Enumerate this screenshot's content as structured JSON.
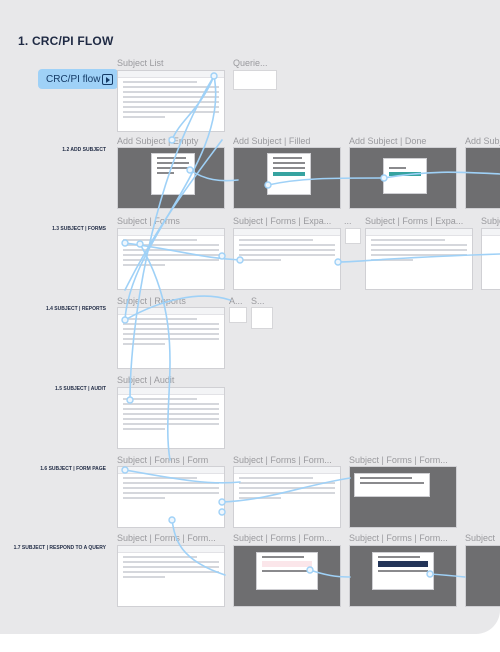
{
  "board": {
    "title": "1. CRC/PI FLOW",
    "flow_button": {
      "label": "CRC/PI flow",
      "icon": "play-frame-icon"
    },
    "accent_color": "#9fd1f7",
    "wire_color": "#9fd1f7"
  },
  "rows": [
    {
      "label": "1.2 ADD SUBJECT"
    },
    {
      "label": "1.3 SUBJECT | FORMS"
    },
    {
      "label": "1.4 SUBJECT | REPORTS"
    },
    {
      "label": "1.5 SUBJECT | AUDIT"
    },
    {
      "label": "1.6 SUBJECT | FORM PAGE"
    },
    {
      "label": "1.7 SUBJECT | RESPOND TO A QUERY"
    }
  ],
  "frames": {
    "subject_list": "Subject List",
    "queries": "Querie...",
    "add_empty": "Add Subject | Empty",
    "add_filled": "Add Subject | Filled",
    "add_done": "Add Subject | Done",
    "add_more": "Add Subje",
    "forms": "Subject | Forms",
    "forms_expa_1": "Subject | Forms | Expa...",
    "forms_dots": "...",
    "forms_expa_2": "Subject | Forms | Expa...",
    "forms_more": "Subje",
    "reports": "Subject | Reports",
    "reports_a": "A...",
    "reports_s": "S...",
    "audit": "Subject | Audit",
    "form_page": "Subject | Forms | Form",
    "form_page_2": "Subject | Forms | Form...",
    "form_page_3": "Subject | Forms | Form...",
    "respond_1": "Subject | Forms | Form...",
    "respond_2": "Subject | Forms | Form...",
    "respond_3": "Subject | Forms | Form...",
    "respond_more": "Subject"
  }
}
